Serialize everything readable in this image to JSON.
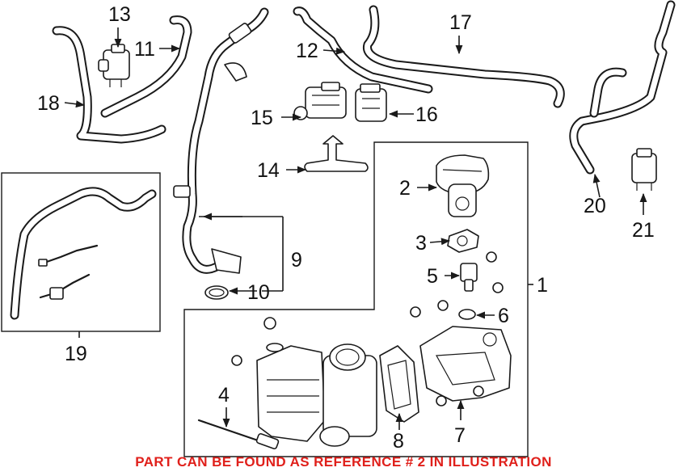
{
  "caption": "PART CAN BE FOUND AS REFERENCE # 2 IN ILLUSTRATION",
  "caption_color": "#e0201b",
  "refs": {
    "r1": "1",
    "r2": "2",
    "r3": "3",
    "r4": "4",
    "r5": "5",
    "r6": "6",
    "r7": "7",
    "r8": "8",
    "r9": "9",
    "r10": "10",
    "r11": "11",
    "r12": "12",
    "r13": "13",
    "r14": "14",
    "r15": "15",
    "r16": "16",
    "r17": "17",
    "r18": "18",
    "r19": "19",
    "r20": "20",
    "r21": "21"
  }
}
